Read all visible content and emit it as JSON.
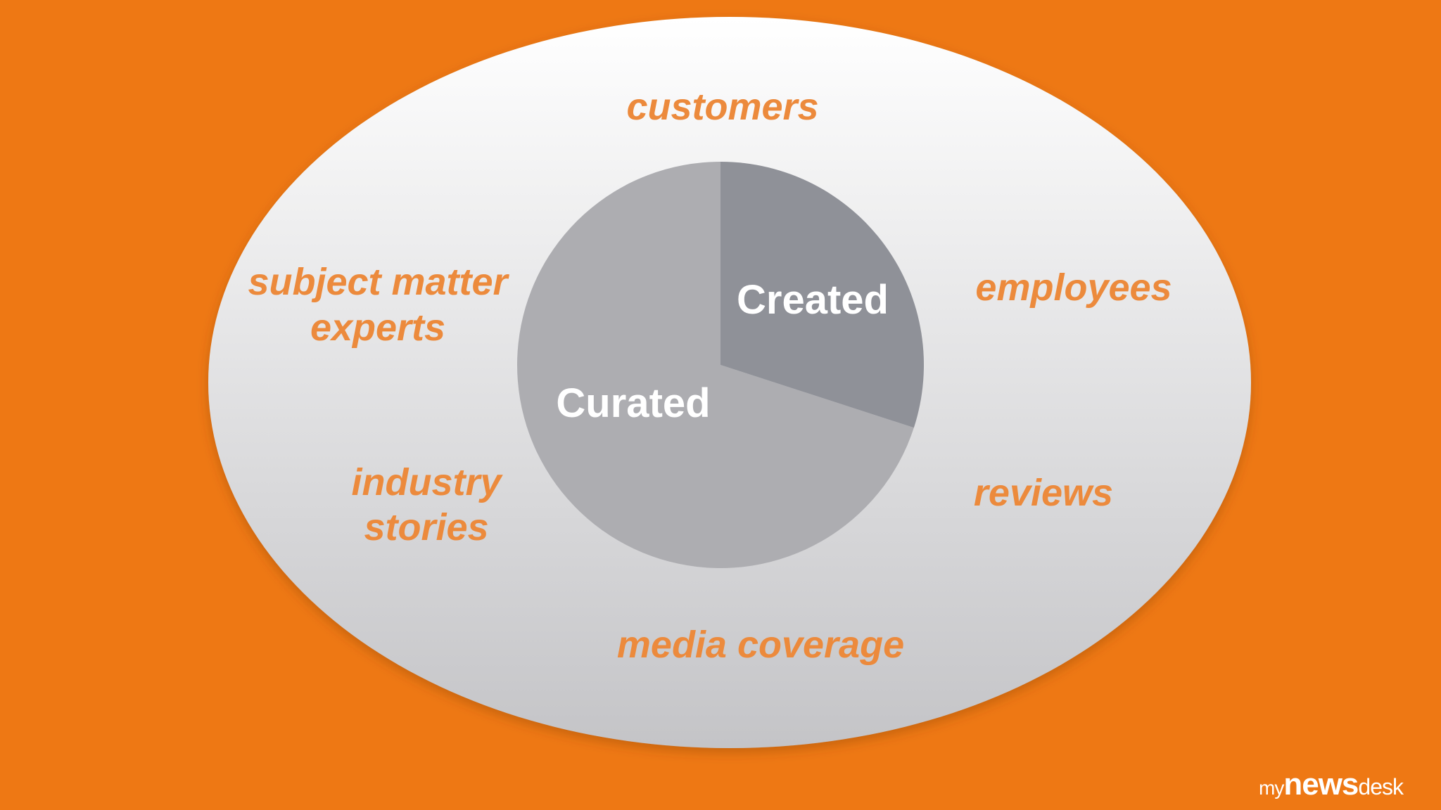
{
  "colors": {
    "background": "#ee7814",
    "ellipse_top": "#ffffff",
    "ellipse_bottom": "#c4c4c7",
    "label_orange": "#ec8a3c",
    "slice_created": "#8f9198",
    "slice_curated": "#adadb1",
    "slice_text": "#ffffff"
  },
  "outer_labels": {
    "customers": "customers",
    "subject_matter_line1": "subject matter",
    "subject_matter_line2": "experts",
    "employees": "employees",
    "industry_line1": "industry",
    "industry_line2": "stories",
    "reviews": "reviews",
    "media_coverage": "media coverage"
  },
  "pie": {
    "created_label": "Created",
    "curated_label": "Curated",
    "created_fraction": 0.3,
    "curated_fraction": 0.7
  },
  "logo": {
    "my": "my",
    "news": "news",
    "desk": "desk"
  }
}
